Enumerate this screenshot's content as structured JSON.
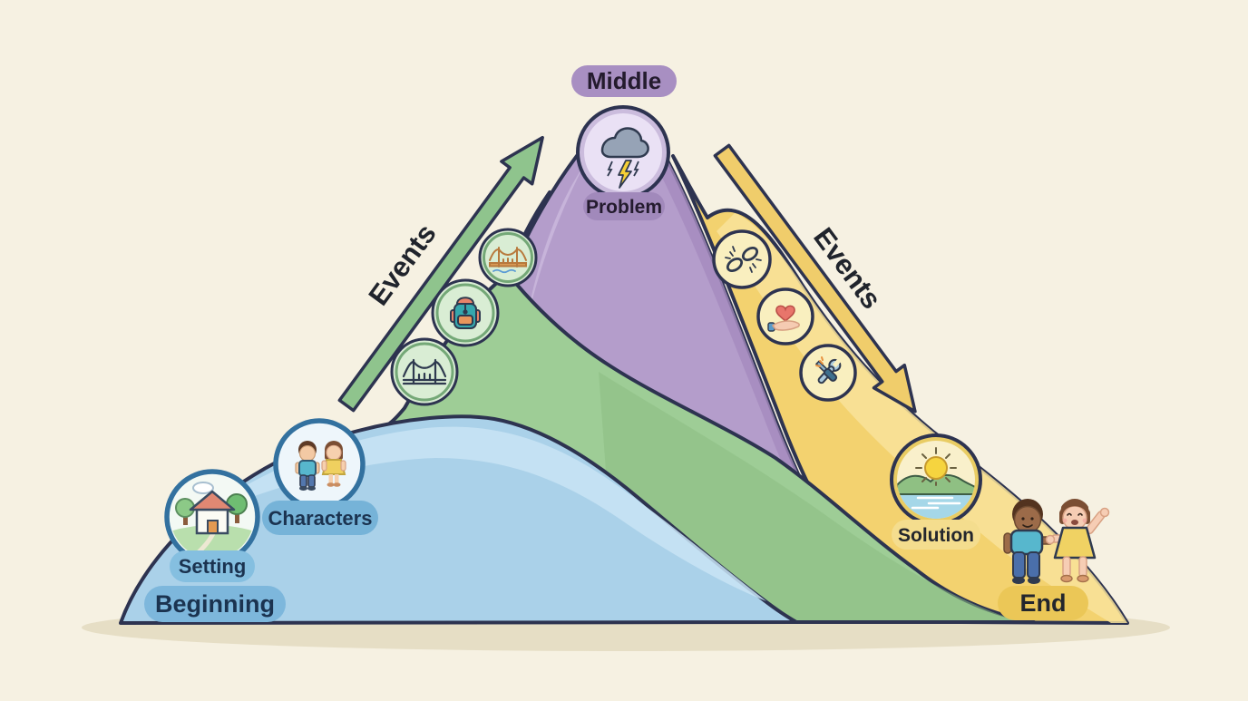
{
  "diagram": {
    "type": "story-mountain",
    "labels": {
      "beginning": "Beginning",
      "middle": "Middle",
      "end": "End",
      "setting": "Setting",
      "characters": "Characters",
      "problem": "Problem",
      "solution": "Solution",
      "events_up": "Events",
      "events_down": "Events"
    },
    "icons": [
      {
        "name": "setting-scene-icon",
        "depicts": "house with trees, cloud and path"
      },
      {
        "name": "characters-icon",
        "depicts": "boy and girl"
      },
      {
        "name": "bridge-icon",
        "depicts": "suspension bridge (navy)"
      },
      {
        "name": "backpack-icon",
        "depicts": "teal and orange backpack"
      },
      {
        "name": "golden-bridge-icon",
        "depicts": "golden suspension bridge over water"
      },
      {
        "name": "storm-cloud-lightning-icon",
        "depicts": "storm cloud with lightning bolts"
      },
      {
        "name": "broken-chain-icon",
        "depicts": "breaking chain links"
      },
      {
        "name": "heart-in-hand-icon",
        "depicts": "heart held over an open hand"
      },
      {
        "name": "tools-icon",
        "depicts": "crossed wrench and screwdriver"
      },
      {
        "name": "sun-over-water-icon",
        "depicts": "sun rising over hills and water"
      },
      {
        "name": "children-holding-hands-icon",
        "depicts": "boy and girl holding hands, girl waving"
      },
      {
        "name": "up-arrow-icon",
        "depicts": "rising events arrow"
      },
      {
        "name": "down-arrow-icon",
        "depicts": "falling events arrow"
      }
    ],
    "colors": {
      "background": "#f6f1e2",
      "shadow": "#e3dabf",
      "outline": "#2d3350",
      "blue_layer": "#aad1e9",
      "green_layer": "#9ecd96",
      "purple_layer": "#b49dcb",
      "yellow_layer": "#f3d26f",
      "beginning_pill": "#7db7dc",
      "setting_pill": "#85bfe0",
      "characters_pill": "#76b3d8",
      "middle_pill": "#a88fc2",
      "problem_pill": "#a189bb",
      "solution_pill": "#f4dd8e",
      "end_pill": "#ebc757",
      "up_arrow_green": "#8fc48d",
      "down_arrow_yellow": "#f0cd6b",
      "text_navy": "#1b3350",
      "text_dark": "#23262d"
    }
  }
}
